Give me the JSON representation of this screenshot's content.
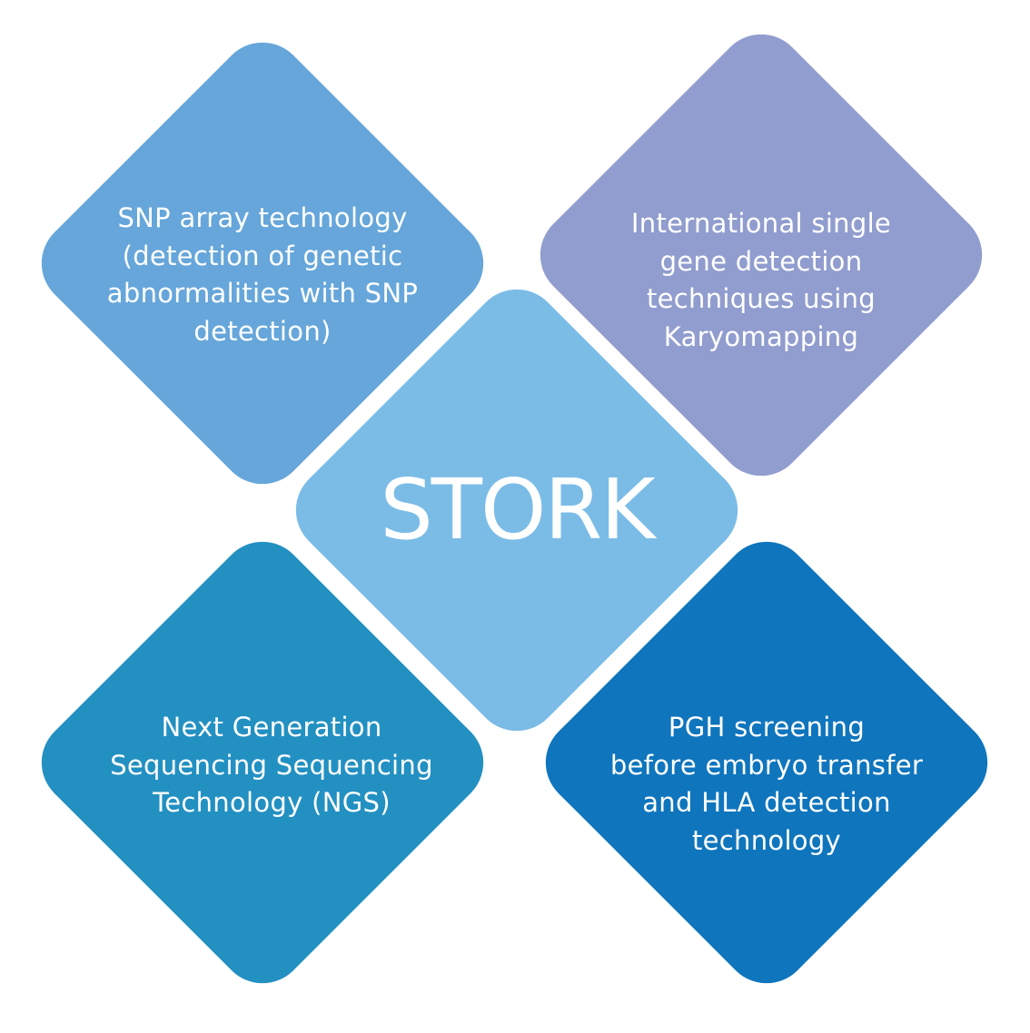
{
  "center": {
    "label": "STORK",
    "color": "#7BBCE7"
  },
  "items": [
    {
      "label": "SNP array technology\n(detection of genetic\nabnormalities with SNP\ndetection)",
      "color": "#66A6DA"
    },
    {
      "label": "International single\ngene detection\ntechniques using\nKaryomapping",
      "color": "#919DCE"
    },
    {
      "label": "Next Generation\nSequencing Sequencing\nTechnology (NGS)",
      "color": "#2390C2"
    },
    {
      "label": "PGH screening\nbefore embryo transfer\nand HLA detection\ntechnology",
      "color": "#0F75BD"
    }
  ]
}
